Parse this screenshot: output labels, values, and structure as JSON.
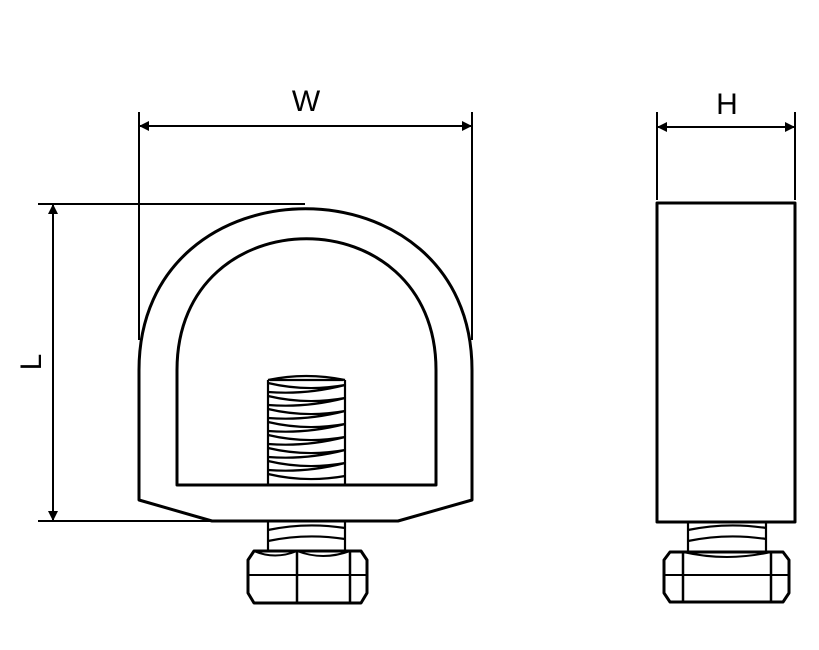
{
  "dimensions": {
    "width_label": "W",
    "length_label": "L",
    "height_label": "H"
  },
  "colors": {
    "stroke": "#000000",
    "background": "#ffffff"
  }
}
